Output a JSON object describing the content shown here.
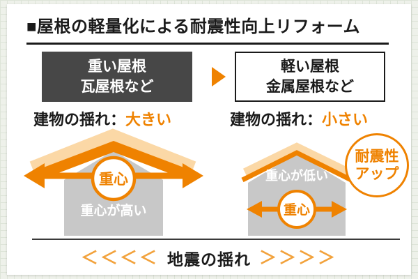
{
  "title": {
    "bullet": "■",
    "text": "屋根の軽量化による耐震性向上リフォーム"
  },
  "left": {
    "header_line1": "重い屋根",
    "header_line2": "瓦屋根など",
    "shake_label": "建物の揺れ：",
    "shake_value": "大きい",
    "center_label": "重心",
    "note": "重心が高い"
  },
  "right": {
    "header_line1": "軽い屋根",
    "header_line2": "金属屋根など",
    "shake_label": "建物の揺れ：",
    "shake_value": "小さい",
    "center_label": "重心",
    "note": "重心が低い"
  },
  "badge": {
    "line1": "耐震性",
    "line2": "アップ"
  },
  "bottom": {
    "chevrons_left": "＜＜＜＜",
    "label": "地震の揺れ",
    "chevrons_right": "＞＞＞＞"
  },
  "colors": {
    "accent_orange": "#ef8200",
    "dark_box": "#474747",
    "roof_light": "#fbd8a6",
    "house_gray": "#c8c8c8"
  }
}
